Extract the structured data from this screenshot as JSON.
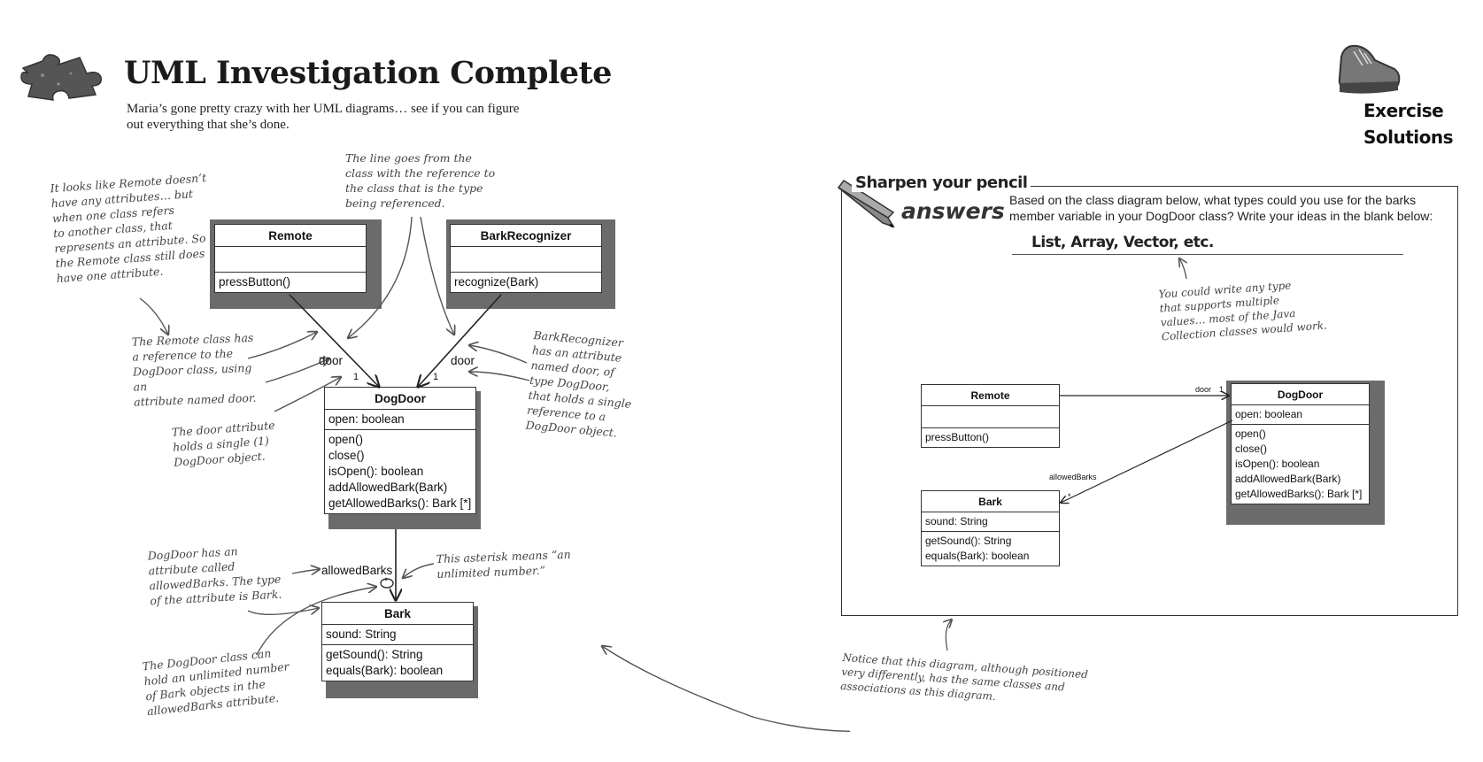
{
  "header": {
    "title": "UML Investigation Complete",
    "subtitle": "Maria’s gone pretty crazy with her UML diagrams… see if you can figure out everything that she’s done."
  },
  "badge": {
    "line1": "Exercise",
    "line2": "Solutions"
  },
  "left_diagram": {
    "classes": {
      "remote": {
        "name": "Remote",
        "attributes": [],
        "methods": [
          "pressButton()"
        ]
      },
      "barkrecognizer": {
        "name": "BarkRecognizer",
        "attributes": [],
        "methods": [
          "recognize(Bark)"
        ]
      },
      "dogdoor": {
        "name": "DogDoor",
        "attributes": [
          "open: boolean"
        ],
        "methods": [
          "open()",
          "close()",
          "isOpen(): boolean",
          "addAllowedBark(Bark)",
          "getAllowedBarks(): Bark [*]"
        ]
      },
      "bark": {
        "name": "Bark",
        "attributes": [
          "sound: String"
        ],
        "methods": [
          "getSound(): String",
          "equals(Bark): boolean"
        ]
      }
    },
    "labels": {
      "door_left": "door",
      "door_right": "door",
      "one_left": "1",
      "one_right": "1",
      "allowed_barks": "allowedBarks",
      "star": "*"
    },
    "notes": {
      "remote_attributes": "It looks like Remote doesn’t\nhave any attributes… but\nwhen one class refers\nto another class, that\nrepresents an attribute. So\nthe Remote class still does\nhave one attribute.",
      "line_direction": "The line goes from the\nclass with the reference to\nthe class that is the type\nbeing referenced.",
      "remote_reference": "The Remote class has\na reference to the\nDogDoor class, using an\nattribute named door.",
      "door_single": "The door attribute\nholds a single (1)\nDogDoor object.",
      "barkrecognizer_attr": "BarkRecognizer\nhas an attribute\nnamed door, of\ntype DogDoor,\nthat holds a single\nreference to a\nDogDoor object.",
      "allowed_barks_attr": "DogDoor has an\nattribute called\nallowedBarks. The type\nof the attribute is Bark.",
      "asterisk": "This asterisk means “an\nunlimited number.”",
      "unlimited_barks": "The DogDoor class can\nhold an unlimited number\nof Bark objects in the\nallowedBarks attribute."
    }
  },
  "sharpen": {
    "heading": "Sharpen your pencil",
    "answers_label": "answers",
    "question": "Based on the class diagram below, what types could you use for the barks member variable in your DogDoor class? Write your ideas in the blank below:",
    "answer": "List, Array, Vector, etc.",
    "answer_note": "You could write any type\nthat supports multiple\nvalues… most of the Java\nCollection classes would work.",
    "classes": {
      "remote": {
        "name": "Remote",
        "attributes": [],
        "methods": [
          "pressButton()"
        ]
      },
      "dogdoor": {
        "name": "DogDoor",
        "attributes": [
          "open: boolean"
        ],
        "methods": [
          "open()",
          "close()",
          "isOpen(): boolean",
          "addAllowedBark(Bark)",
          "getAllowedBarks(): Bark [*]"
        ]
      },
      "bark": {
        "name": "Bark",
        "attributes": [
          "sound: String"
        ],
        "methods": [
          "getSound(): String",
          "equals(Bark): boolean"
        ]
      }
    },
    "labels": {
      "door": "door",
      "one": "1",
      "allowed_barks": "allowedBarks",
      "star": "*"
    }
  },
  "bottom_note": "Notice that this diagram, although positioned\nvery differently, has the same classes and\nassociations as this diagram."
}
